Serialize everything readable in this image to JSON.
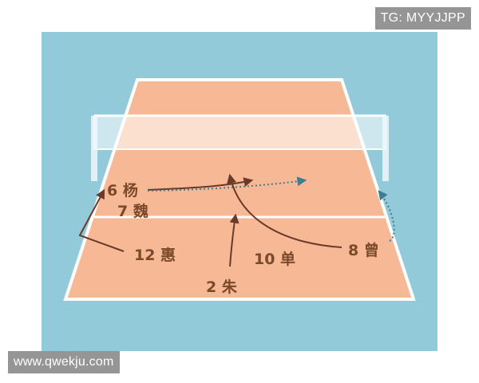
{
  "watermark_top": "TG: MYYJJPP",
  "watermark_bottom": "www.qwekju.com",
  "players": {
    "p6": "6 杨",
    "p7": "7 魏",
    "p12": "12 惠",
    "p10": "10 单",
    "p8": "8 曾",
    "p2": "2 朱"
  },
  "colors": {
    "background": "#93cad9",
    "court": "#f7b895",
    "net": "#ffffff",
    "label": "#7a4a2a",
    "arrow_solid": "#6b3b2a",
    "arrow_dotted": "#3e7e92"
  }
}
